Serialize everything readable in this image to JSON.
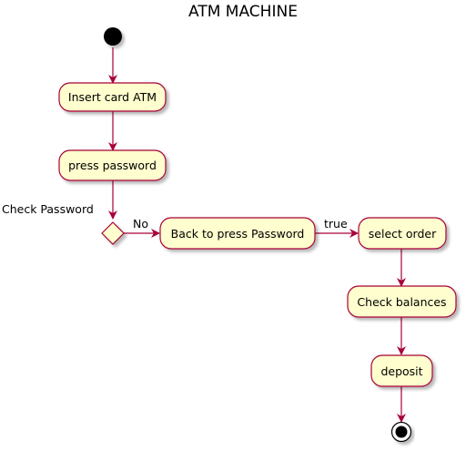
{
  "title": "ATM MACHINE",
  "nodes": {
    "insert_card": "Insert card ATM",
    "press_password": "press password",
    "check_password": "Check Password",
    "back_to_press": "Back to press Password",
    "select_order": "select order",
    "check_balances": "Check balances",
    "deposit": "deposit"
  },
  "edges": {
    "no": "No",
    "true": "true"
  },
  "colors": {
    "node_fill": "#FEFECE",
    "node_border": "#A80036",
    "arrow": "#A80036",
    "start": "#000000"
  }
}
